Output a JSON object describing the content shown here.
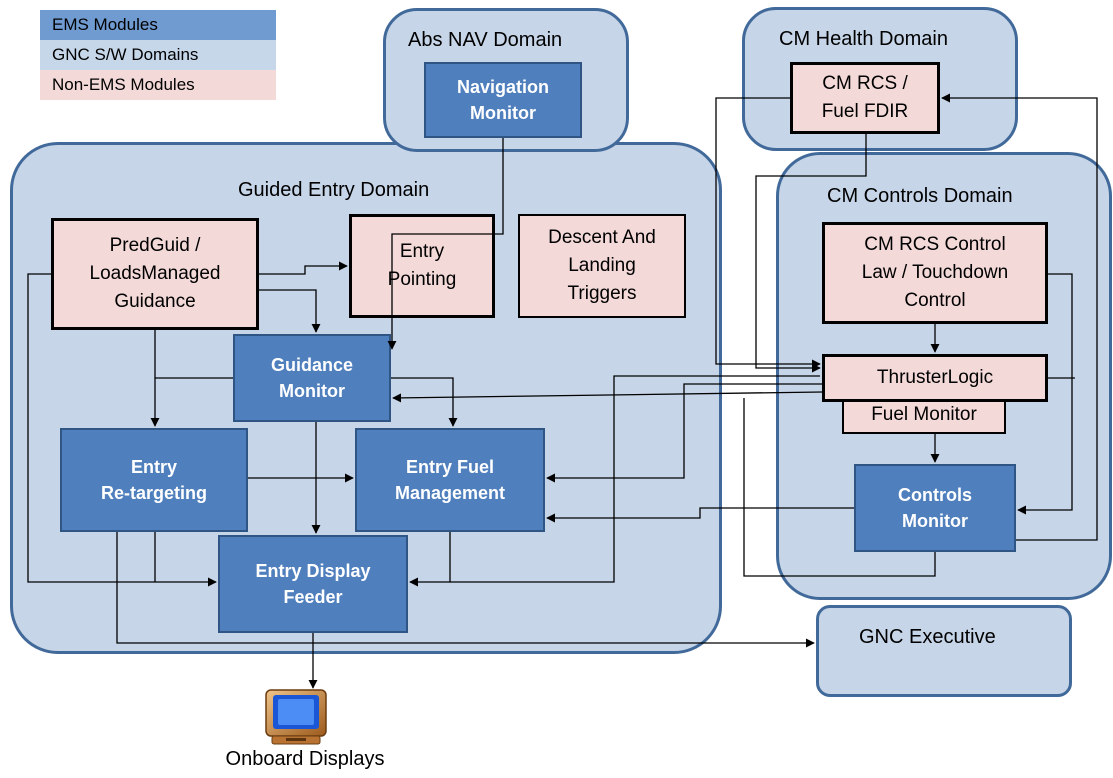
{
  "legend": {
    "ems": "EMS Modules",
    "gnc": "GNC S/W  Domains",
    "non_ems": "Non-EMS Modules"
  },
  "domains": {
    "abs_nav": "Abs NAV Domain",
    "cm_health": "CM Health Domain",
    "guided_entry": "Guided Entry Domain",
    "cm_controls": "CM Controls Domain",
    "gnc_executive": "GNC Executive"
  },
  "modules": {
    "navigation_monitor": "Navigation\nMonitor",
    "cm_rcs_fdir": "CM RCS /\nFuel FDIR",
    "predguid": "PredGuid /\nLoadsManaged\nGuidance",
    "entry_pointing": "Entry\nPointing",
    "descent_landing": "Descent And\nLanding\nTriggers",
    "cm_rcs_control_law": "CM RCS Control\nLaw / Touchdown\nControl",
    "guidance_monitor": "Guidance\nMonitor",
    "thruster_logic": "ThrusterLogic",
    "fuel_monitor": "Fuel Monitor",
    "entry_retargeting": "Entry\nRe-targeting",
    "entry_fuel_management": "Entry  Fuel\nManagement",
    "controls_monitor": "Controls\nMonitor",
    "entry_display_feeder": "Entry Display\nFeeder"
  },
  "onboard_displays": "Onboard Displays",
  "icons": {
    "display": "monitor-icon"
  },
  "colors": {
    "ems_fill": "#4f7fbd",
    "domain_fill": "#c6d5e8",
    "domain_border": "#41699a",
    "non_ems_fill": "#f3d9d8"
  }
}
